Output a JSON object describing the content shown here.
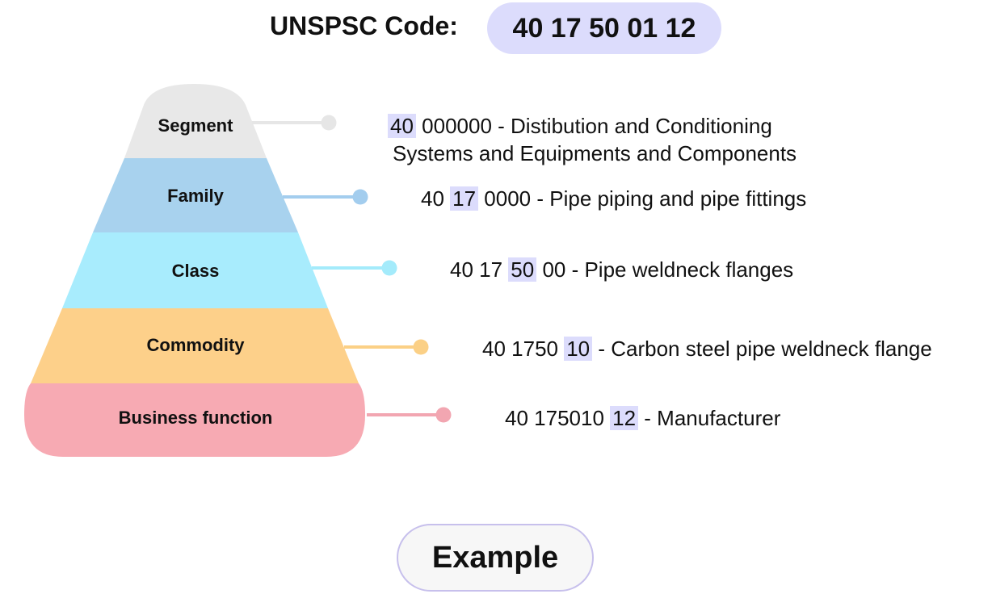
{
  "header": {
    "label": "UNSPSC Code:",
    "code": "40 17 50 01 12"
  },
  "tiers": [
    {
      "label": "Segment",
      "color": "#e8e8e8",
      "connector_color": "#e6e6e6",
      "desc": {
        "highlight": "40",
        "rest": " 000000 - Distibution and Conditioning",
        "line2": "Systems and Equipments and Components"
      }
    },
    {
      "label": "Family",
      "color": "#a8d2ee",
      "connector_color": "#a3cdee",
      "desc": {
        "pre": "40 ",
        "highlight": "17",
        "post": " 0000 - Pipe piping and pipe fittings"
      }
    },
    {
      "label": "Class",
      "color": "#a8ecfd",
      "connector_color": "#a4ebfb",
      "desc": {
        "pre": "40 17 ",
        "highlight": "50",
        "post": " 00 - Pipe weldneck flanges"
      }
    },
    {
      "label": "Commodity",
      "color": "#fdd08a",
      "connector_color": "#fbd086",
      "desc": {
        "pre": "40 1750 ",
        "highlight": "10",
        "post": " - Carbon steel pipe weldneck flange"
      }
    },
    {
      "label": "Business function",
      "color": "#f7aab3",
      "connector_color": "#f2a6b1",
      "desc": {
        "pre": "40 175010 ",
        "highlight": "12",
        "post": " - Manufacturer"
      }
    }
  ],
  "highlight_color": "#dcdcfc",
  "button": {
    "label": "Example"
  }
}
